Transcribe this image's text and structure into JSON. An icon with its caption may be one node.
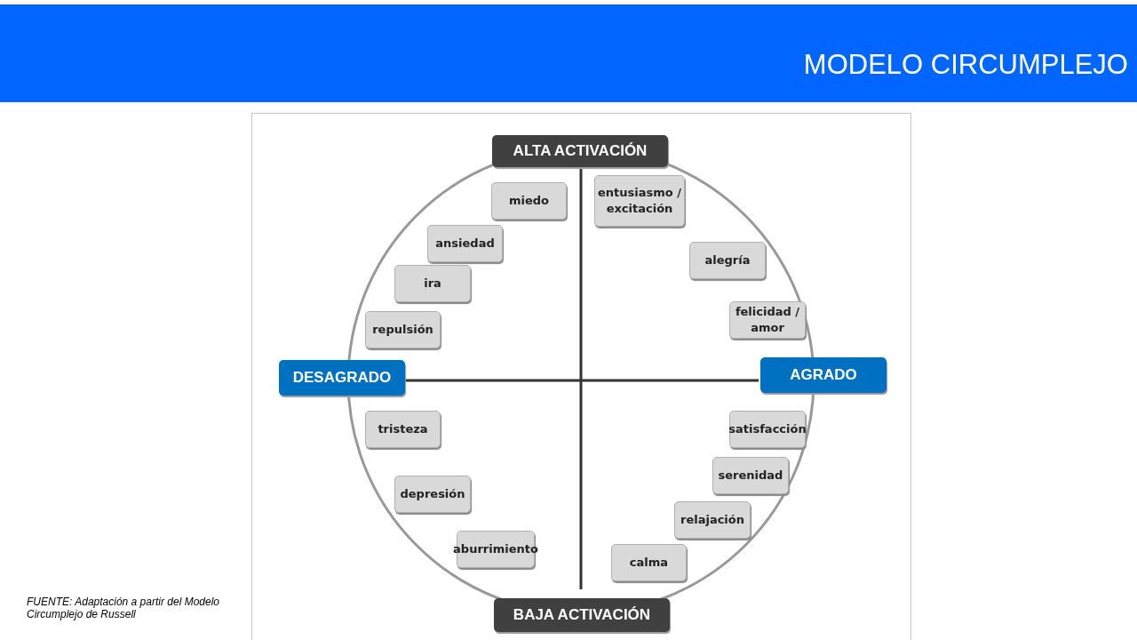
{
  "diagram": {
    "title": "MODELO CIRCUMPLEJO",
    "caption": "FUENTE:  Adaptación a partir del Modelo Circumplejo de Russell",
    "nodes": [
      {
        "text": [
          "ALTA ACTIVACIÓN"
        ]
      },
      {
        "text": [
          "miedo"
        ]
      },
      {
        "text": [
          "entusiasmo / excitación"
        ]
      },
      {
        "text": [
          "ansiedad"
        ]
      },
      {
        "text": [
          "alegría"
        ]
      },
      {
        "text": [
          "ira"
        ]
      },
      {
        "text": [
          "felicidad / amor"
        ]
      },
      {
        "text": [
          "repulsión"
        ]
      },
      {
        "text": [
          "DESAGRADO"
        ]
      },
      {
        "text": [
          "AGRADO"
        ]
      },
      {
        "text": [
          "tristeza"
        ]
      },
      {
        "text": [
          "satisfacción"
        ]
      },
      {
        "text": [
          "serenidad"
        ]
      },
      {
        "text": [
          "depresión"
        ]
      },
      {
        "text": [
          "relajación"
        ]
      },
      {
        "text": [
          "aburrimiento"
        ]
      },
      {
        "text": [
          "calma"
        ]
      },
      {
        "text": [
          "BAJA ACTIVACIÓN"
        ]
      }
    ]
  }
}
